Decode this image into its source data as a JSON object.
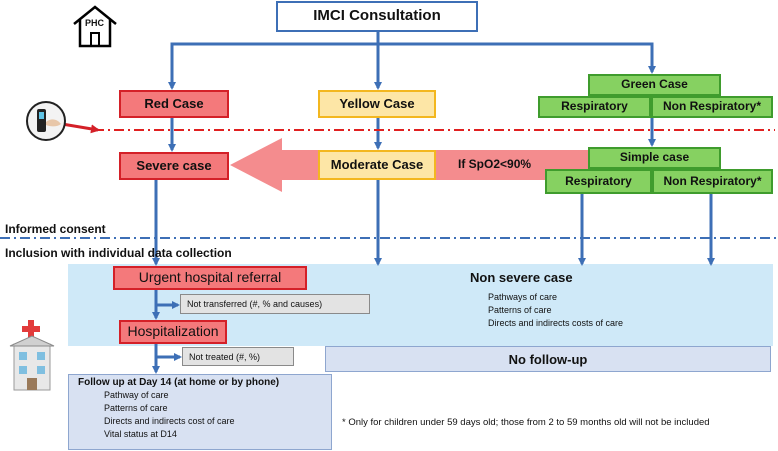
{
  "header": {
    "phc_label": "PHC",
    "title": "IMCI Consultation"
  },
  "cases": {
    "red": "Red Case",
    "yellow": "Yellow Case",
    "green": "Green Case",
    "green_respiratory": "Respiratory",
    "green_non_respiratory": "Non Respiratory*",
    "severe": "Severe case",
    "moderate": "Moderate Case",
    "spo2_condition": "If SpO2<90%",
    "simple": "Simple case",
    "simple_respiratory": "Respiratory",
    "simple_non_respiratory": "Non Respiratory*"
  },
  "sections": {
    "consent": "Informed consent",
    "inclusion": "Inclusion with individual data collection"
  },
  "left_flow": {
    "urgent_referral": "Urgent hospital referral",
    "not_transferred": "Not transferred (#, % and causes)",
    "hospitalization": "Hospitalization",
    "not_treated": "Not treated (#, %)",
    "followup_title": "Follow up at Day 14 (at home or by phone)",
    "followup_items": [
      "Pathway of care",
      "Patterns of care",
      "Directs and indirects cost of care",
      "Vital status at D14"
    ]
  },
  "right_flow": {
    "non_severe_title": "Non severe case",
    "non_severe_items": [
      "Pathways of care",
      "Patterns of care",
      "Directs and indirects costs of care"
    ],
    "no_followup": "No follow-up"
  },
  "footnote": "* Only for children under 59 days old; those from 2 to 59 months old will not be included",
  "colors": {
    "red_fill": "#f4797b",
    "red_border": "#d42028",
    "yellow_fill": "#fde6a6",
    "yellow_border": "#f3b71f",
    "green_fill": "#86d161",
    "green_border": "#3f9c2d",
    "flow_blue": "#3d6fb6",
    "panel_blue": "#cfe9f8",
    "followup_blue": "#d8e1f2"
  }
}
